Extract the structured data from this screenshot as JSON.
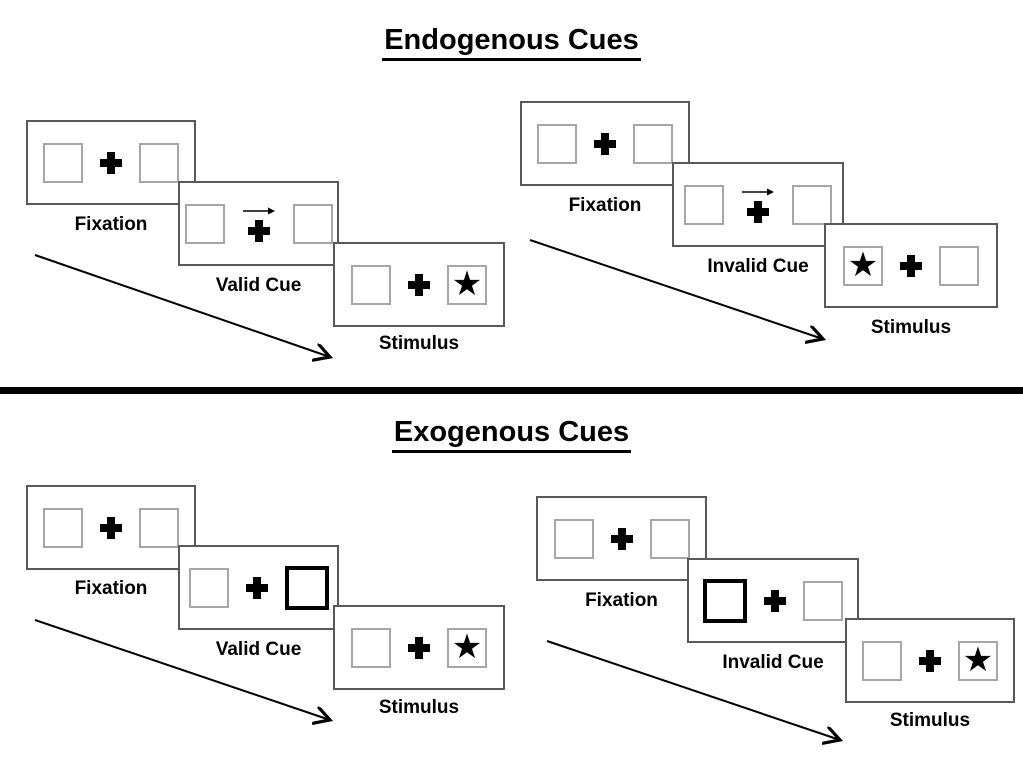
{
  "icons": {
    "star": "★"
  },
  "colors": {
    "ink": "#000000",
    "panel_border": "#595959",
    "box_border": "#a6a6a6",
    "highlight_border": "#000000",
    "background": "#ffffff"
  },
  "sections": [
    {
      "title": "Endogenous Cues",
      "trials": [
        {
          "name": "valid",
          "panels": [
            {
              "label": "Fixation",
              "type": "fixation"
            },
            {
              "label": "Valid Cue",
              "type": "central-arrow-cue",
              "arrow_direction": "right"
            },
            {
              "label": "Stimulus",
              "type": "stimulus",
              "star_side": "right"
            }
          ]
        },
        {
          "name": "invalid",
          "panels": [
            {
              "label": "Fixation",
              "type": "fixation"
            },
            {
              "label": "Invalid Cue",
              "type": "central-arrow-cue",
              "arrow_direction": "right"
            },
            {
              "label": "Stimulus",
              "type": "stimulus",
              "star_side": "left"
            }
          ]
        }
      ]
    },
    {
      "title": "Exogenous Cues",
      "trials": [
        {
          "name": "valid",
          "panels": [
            {
              "label": "Fixation",
              "type": "fixation"
            },
            {
              "label": "Valid Cue",
              "type": "peripheral-box-cue",
              "highlighted_box": "right"
            },
            {
              "label": "Stimulus",
              "type": "stimulus",
              "star_side": "right"
            }
          ]
        },
        {
          "name": "invalid",
          "panels": [
            {
              "label": "Fixation",
              "type": "fixation"
            },
            {
              "label": "Invalid Cue",
              "type": "peripheral-box-cue",
              "highlighted_box": "left"
            },
            {
              "label": "Stimulus",
              "type": "stimulus",
              "star_side": "right"
            }
          ]
        }
      ]
    }
  ]
}
